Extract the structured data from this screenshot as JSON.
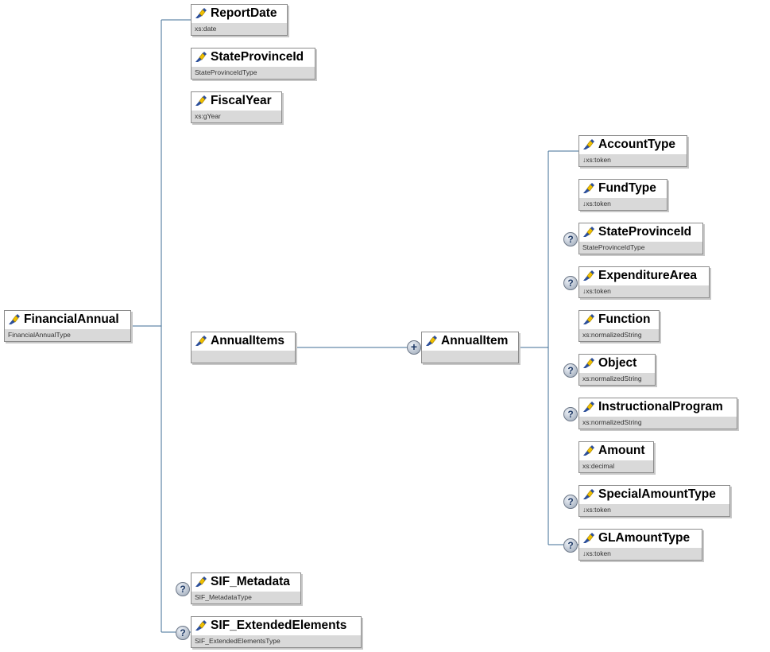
{
  "root": {
    "name": "FinancialAnnual",
    "type": "FinancialAnnualType"
  },
  "children": [
    {
      "name": "ReportDate",
      "type": "xs:date",
      "optional": false
    },
    {
      "name": "StateProvinceId",
      "type": "StateProvinceIdType",
      "optional": false
    },
    {
      "name": "FiscalYear",
      "type": "xs:gYear",
      "optional": false
    },
    {
      "name": "AnnualItems",
      "type": "",
      "optional": false
    },
    {
      "name": "SIF_Metadata",
      "type": "SIF_MetadataType",
      "optional": true
    },
    {
      "name": "SIF_ExtendedElements",
      "type": "SIF_ExtendedElementsType",
      "optional": true
    }
  ],
  "annual_item": {
    "name": "AnnualItem",
    "type": "",
    "expand_symbol": "+"
  },
  "annual_item_children": [
    {
      "name": "AccountType",
      "type": "↓xs:token",
      "optional": false
    },
    {
      "name": "FundType",
      "type": "↓xs:token",
      "optional": false
    },
    {
      "name": "StateProvinceId",
      "type": "StateProvinceIdType",
      "optional": true
    },
    {
      "name": "ExpenditureArea",
      "type": "↓xs:token",
      "optional": true
    },
    {
      "name": "Function",
      "type": "xs:normalizedString",
      "optional": false
    },
    {
      "name": "Object",
      "type": "xs:normalizedString",
      "optional": true
    },
    {
      "name": "InstructionalProgram",
      "type": "xs:normalizedString",
      "optional": true
    },
    {
      "name": "Amount",
      "type": "xs:decimal",
      "optional": false
    },
    {
      "name": "SpecialAmountType",
      "type": "↓xs:token",
      "optional": true
    },
    {
      "name": "GLAmountType",
      "type": "↓xs:token",
      "optional": true
    }
  ],
  "optional_marker": "?",
  "icon_names": {
    "element": "element-icon",
    "optional": "optional-question-icon",
    "expand": "expand-plus-icon"
  },
  "colors": {
    "connector": "#3f6e96",
    "icon_yellow": "#f0c000",
    "icon_blue": "#2c4f9a",
    "type_band": "#d9d9d9"
  }
}
